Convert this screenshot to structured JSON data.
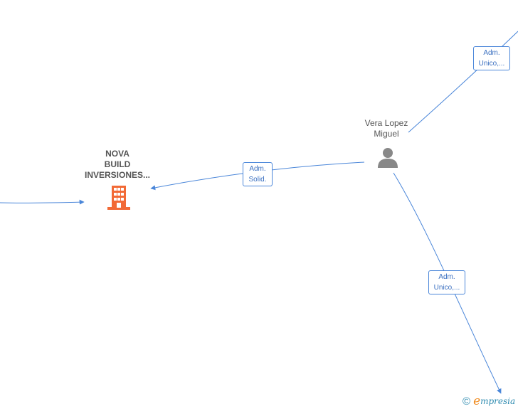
{
  "nodes": {
    "company": {
      "name_lines": [
        "NOVA",
        "BUILD",
        "INVERSIONES..."
      ],
      "icon": "building-icon",
      "color": "#f26a36"
    },
    "person": {
      "name_lines": [
        "Vera Lopez",
        "Miguel"
      ],
      "icon": "person-icon",
      "color": "#888888"
    }
  },
  "edges": [
    {
      "label_lines": [
        "Adm.",
        "Solid."
      ]
    },
    {
      "label_lines": [
        "Adm.",
        "Unico,..."
      ]
    },
    {
      "label_lines": [
        "Adm.",
        "Unico,..."
      ]
    }
  ],
  "brand": {
    "copyright_symbol": "©",
    "name_initial": "e",
    "name_rest": "mpresia"
  },
  "colors": {
    "edge": "#4a86d9",
    "edge_label_text": "#3a6fc0",
    "node_text": "#555555"
  }
}
